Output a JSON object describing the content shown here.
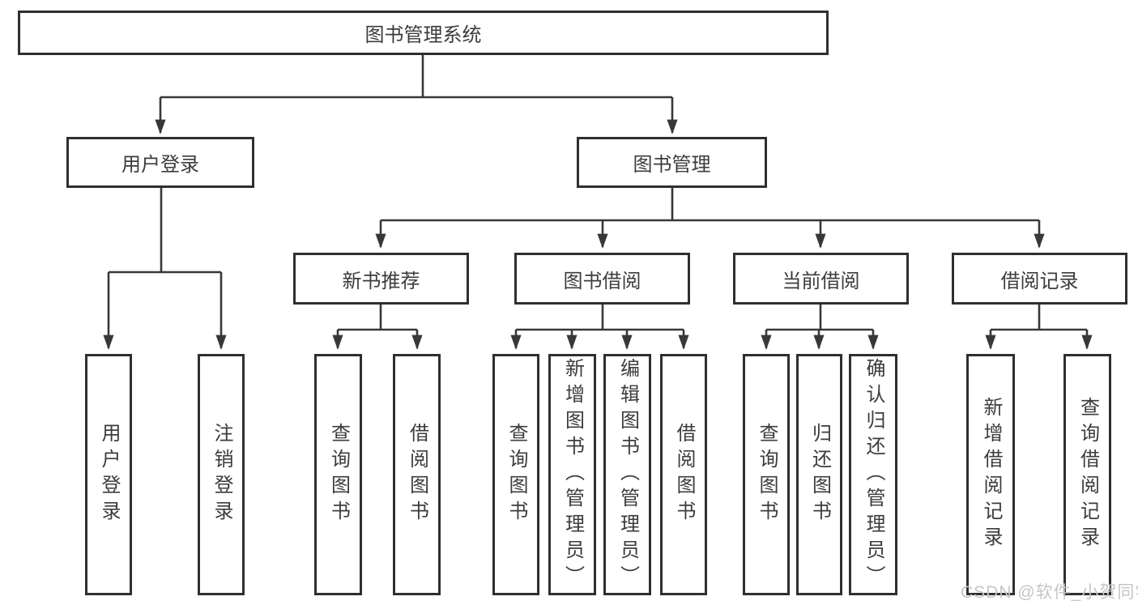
{
  "diagram_type": "tree-hierarchy",
  "nodes": {
    "root": {
      "label": "图书管理系统"
    },
    "user_login": {
      "label": "用户登录"
    },
    "book_mgmt": {
      "label": "图书管理"
    },
    "new_book_rec": {
      "label": "新书推荐"
    },
    "book_borrow": {
      "label": "图书借阅"
    },
    "current_borrow": {
      "label": "当前借阅"
    },
    "borrow_records": {
      "label": "借阅记录"
    },
    "login": {
      "label": "用户登录"
    },
    "logout": {
      "label": "注销登录"
    },
    "nb_query": {
      "label": "查询图书"
    },
    "nb_borrow": {
      "label": "借阅图书"
    },
    "bb_query": {
      "label": "查询图书"
    },
    "bb_add": {
      "label": "新增图书（管理员）"
    },
    "bb_edit": {
      "label": "编辑图书（管理员）"
    },
    "bb_borrow": {
      "label": "借阅图书"
    },
    "cb_query": {
      "label": "查询图书"
    },
    "cb_return": {
      "label": "归还图书"
    },
    "cb_confirm": {
      "label": "确认归还（管理员）"
    },
    "br_add": {
      "label": "新增借阅记录"
    },
    "br_query": {
      "label": "查询借阅记录"
    }
  },
  "hierarchy": {
    "root": [
      "user_login",
      "book_mgmt"
    ],
    "user_login": [
      "login",
      "logout"
    ],
    "book_mgmt": [
      "new_book_rec",
      "book_borrow",
      "current_borrow",
      "borrow_records"
    ],
    "new_book_rec": [
      "nb_query",
      "nb_borrow"
    ],
    "book_borrow": [
      "bb_query",
      "bb_add",
      "bb_edit",
      "bb_borrow"
    ],
    "current_borrow": [
      "cb_query",
      "cb_return",
      "cb_confirm"
    ],
    "borrow_records": [
      "br_add",
      "br_query"
    ]
  },
  "watermark": {
    "text": "CSDN @软件_小贺同学"
  },
  "colors": {
    "line": "#383838",
    "box_border": "#2f2f2f",
    "text": "#3c3c3c",
    "watermark": "#c6c6c6",
    "background": "#ffffff"
  }
}
